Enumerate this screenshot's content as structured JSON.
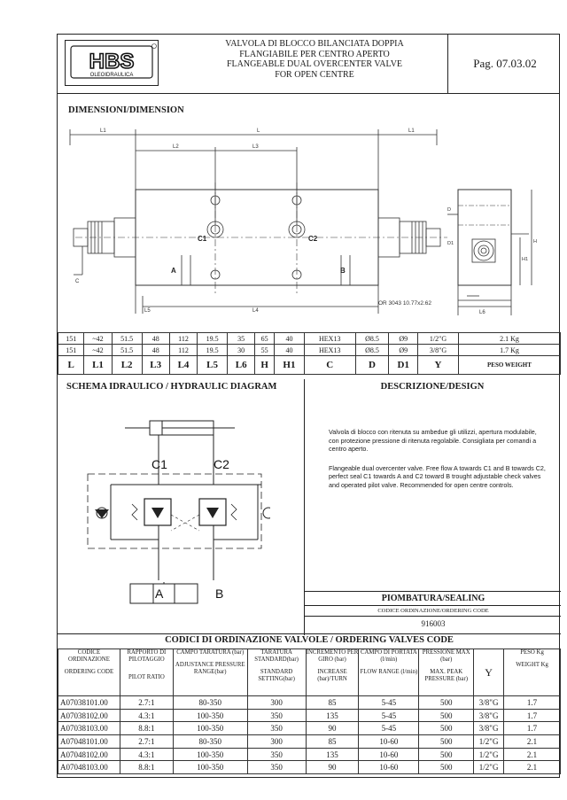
{
  "header": {
    "logo_text": "HBS",
    "logo_sub": "OLEOIDRAULICA",
    "title_it_1": "VALVOLA DI BLOCCO BILANCIATA DOPPIA",
    "title_it_2": "FLANGIABILE PER CENTRO APERTO",
    "title_en_1": "FLANGEABLE DUAL OVERCENTER VALVE",
    "title_en_2": "FOR OPEN CENTRE",
    "page": "Pag. 07.03.02"
  },
  "dimension_section": {
    "title": "DIMENSIONI/DIMENSION",
    "drawing_labels": {
      "l1_left": "L1",
      "l": "L",
      "l1_right": "L1",
      "l2": "L2",
      "l3": "L3",
      "c1": "C1",
      "c2": "C2",
      "a": "A",
      "b": "B",
      "c": "C",
      "l5": "L5",
      "l4": "L4",
      "l6": "L6",
      "or_note": "OR 3043  10.77x2.62",
      "d": "D",
      "d1": "D1",
      "h1": "H1",
      "h": "H"
    }
  },
  "dims_table": {
    "rows": [
      [
        "151",
        "~42",
        "51.5",
        "48",
        "112",
        "19.5",
        "35",
        "65",
        "40",
        "HEX13",
        "Ø8.5",
        "Ø9",
        "1/2\"G",
        "2.1 Kg"
      ],
      [
        "151",
        "~42",
        "51.5",
        "48",
        "112",
        "19.5",
        "30",
        "55",
        "40",
        "HEX13",
        "Ø8.5",
        "Ø9",
        "3/8\"G",
        "1.7 Kg"
      ]
    ],
    "headers": [
      "L",
      "L1",
      "L2",
      "L3",
      "L4",
      "L5",
      "L6",
      "H",
      "H1",
      "C",
      "D",
      "D1",
      "Y",
      "PESO WEIGHT"
    ]
  },
  "hydraulic": {
    "title": "SCHEMA IDRAULICO / HYDRAULIC DIAGRAM",
    "c1": "C1",
    "c2": "C2",
    "a": "A",
    "b": "B"
  },
  "description": {
    "title": "DESCRIZIONE/DESIGN",
    "text_it": "Valvola di blocco con ritenuta su ambedue gli utilizzi, apertura modulabile, con protezione pressione di ritenuta regolabile. Consigliata per comandi a centro aperto.",
    "text_en": "Flangeable dual overcenter valve. Free flow A towards C1 and B towards C2, perfect seal C1 towards A and C2 toward B trought adjustable check valves and operated pilot valve. Recommended for open centre controls."
  },
  "sealing": {
    "title": "PIOMBATURA/SEALING",
    "subtitle": "CODICE ORDINAZIONE/ORDERING CODE",
    "code": "916003"
  },
  "ordering": {
    "title": "CODICI DI ORDINAZIONE VALVOLE / ORDERING VALVES CODE",
    "headers": [
      {
        "it": "CODICE ORDINAZIONE",
        "en": "ORDERING CODE"
      },
      {
        "it": "RAPPORTO DI PILOTAGGIO",
        "en": "PILOT RATIO"
      },
      {
        "it": "CAMPO TARATURA (bar)",
        "en": "ADJUSTANCE PRESSURE RANGE(bar)"
      },
      {
        "it": "TARATURA STANDARD(bar)",
        "en": "STANDARD SETTING(bar)"
      },
      {
        "it": "INCREMENTO PER GIRO (bar)",
        "en": "INCREASE (bar)/TURN"
      },
      {
        "it": "CAMPO DI PORTATA (l/min)",
        "en": "FLOW RANGE (l/min)"
      },
      {
        "it": "PRESSIONE MAX (bar)",
        "en": "MAX. PEAK PRESSURE (bar)"
      },
      {
        "it": "Y",
        "en": ""
      },
      {
        "it": "PESO Kg",
        "en": "WEIGHT Kg"
      }
    ],
    "rows": [
      [
        "A07038101.00",
        "2.7:1",
        "80-350",
        "300",
        "85",
        "5-45",
        "500",
        "3/8\"G",
        "1.7"
      ],
      [
        "A07038102.00",
        "4.3:1",
        "100-350",
        "350",
        "135",
        "5-45",
        "500",
        "3/8\"G",
        "1.7"
      ],
      [
        "A07038103.00",
        "8.8:1",
        "100-350",
        "350",
        "90",
        "5-45",
        "500",
        "3/8\"G",
        "1.7"
      ],
      [
        "A07048101.00",
        "2.7:1",
        "80-350",
        "300",
        "85",
        "10-60",
        "500",
        "1/2\"G",
        "2.1"
      ],
      [
        "A07048102.00",
        "4.3:1",
        "100-350",
        "350",
        "135",
        "10-60",
        "500",
        "1/2\"G",
        "2.1"
      ],
      [
        "A07048103.00",
        "8.8:1",
        "100-350",
        "350",
        "90",
        "10-60",
        "500",
        "1/2\"G",
        "2.1"
      ]
    ]
  }
}
